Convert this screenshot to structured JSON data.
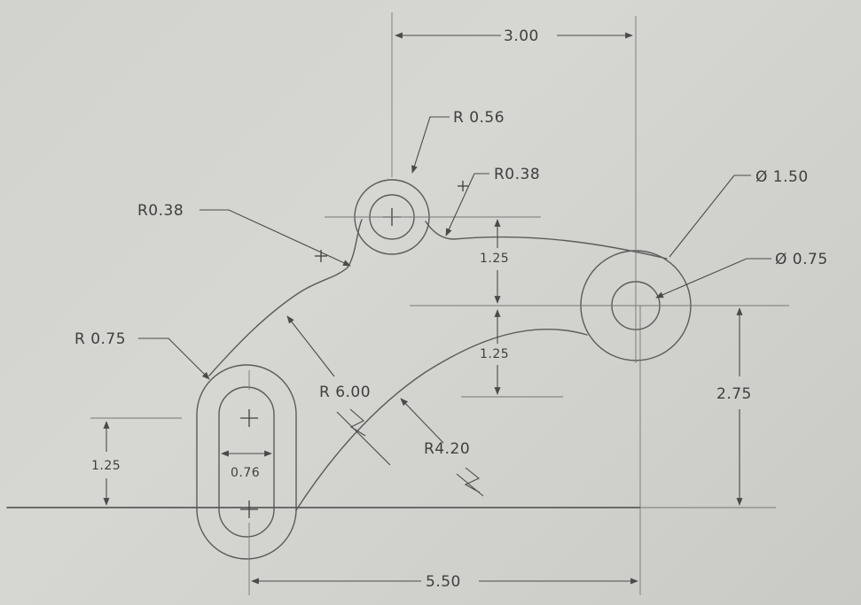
{
  "drawing": {
    "dimensions": {
      "top_width": "3.00",
      "bottom_width": "5.50",
      "right_height": "2.75",
      "upper_offset": "1.25",
      "lower_offset": "1.25",
      "slot_height": "1.25",
      "slot_width": "0.76"
    },
    "callouts": {
      "r056": "R 0.56",
      "r038_right": "R0.38",
      "r038_left": "R0.38",
      "r075": "R 0.75",
      "r600": "R 6.00",
      "r420": "R4.20",
      "dia150": "Ø 1.50",
      "dia075": "Ø 0.75"
    }
  },
  "colors": {
    "paper": "#d2d2ce",
    "pencil": "#4a4a4a"
  }
}
